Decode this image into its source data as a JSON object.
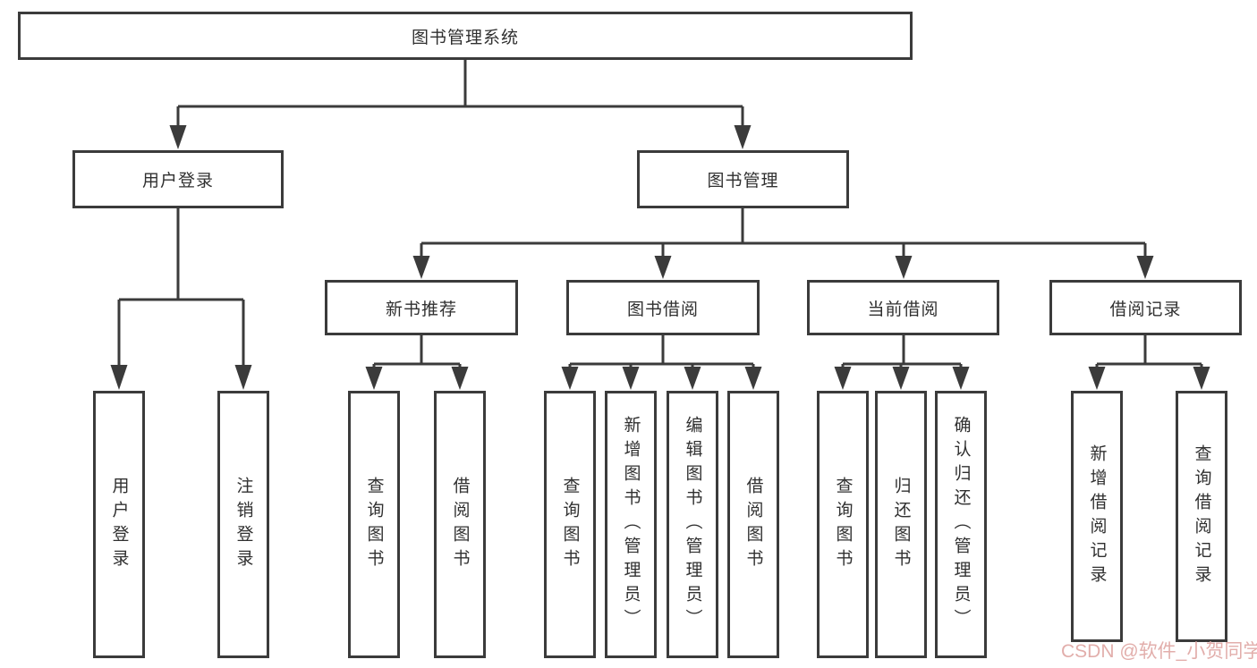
{
  "colors": {
    "line": "#3b3b3b",
    "text": "#303030",
    "background": "#ffffff",
    "watermark": "#e2aeab"
  },
  "watermark": {
    "text": "CSDN @软件_小贺同学"
  },
  "tree": {
    "label": "图书管理系统",
    "children": [
      {
        "label": "用户登录",
        "children": [
          {
            "label": "用户登录"
          },
          {
            "label": "注销登录"
          }
        ]
      },
      {
        "label": "图书管理",
        "children": [
          {
            "label": "新书推荐",
            "children": [
              {
                "label": "查询图书"
              },
              {
                "label": "借阅图书"
              }
            ]
          },
          {
            "label": "图书借阅",
            "children": [
              {
                "label": "查询图书"
              },
              {
                "label": "新增图书（管理员）"
              },
              {
                "label": "编辑图书（管理员）"
              },
              {
                "label": "借阅图书"
              }
            ]
          },
          {
            "label": "当前借阅",
            "children": [
              {
                "label": "查询图书"
              },
              {
                "label": "归还图书"
              },
              {
                "label": "确认归还（管理员）"
              }
            ]
          },
          {
            "label": "借阅记录",
            "children": [
              {
                "label": "新增借阅记录"
              },
              {
                "label": "查询借阅记录"
              }
            ]
          }
        ]
      }
    ]
  }
}
